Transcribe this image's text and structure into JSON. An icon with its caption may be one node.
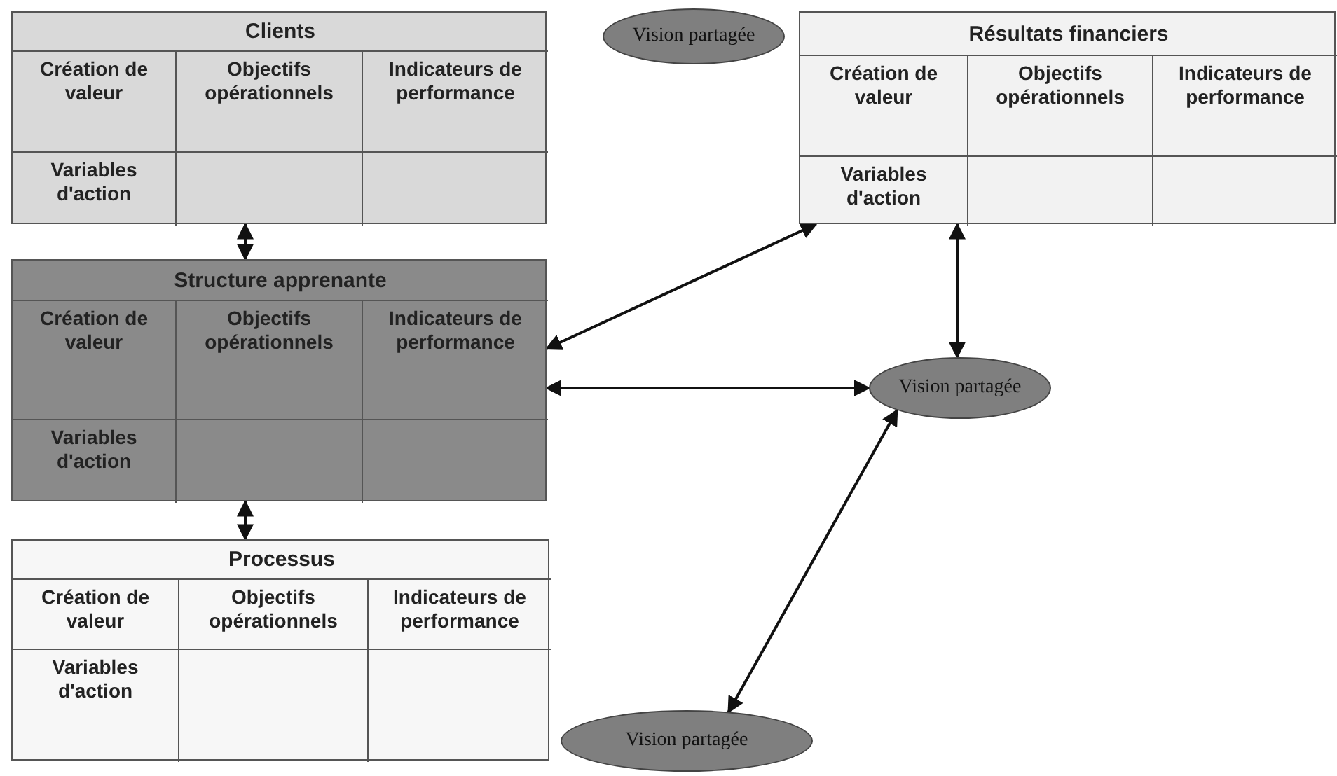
{
  "diagram": {
    "nodes": [
      {
        "text": [
          "Clients",
          "Création de valeur",
          "Objectifs opérationnels",
          "Indicateurs de performance",
          "Variables d'action"
        ]
      },
      {
        "text": [
          "Vision partagée"
        ]
      },
      {
        "text": [
          "Résultats financiers",
          "Création de valeur",
          "Objectifs opérationnels",
          "Indicateurs de performance",
          "Variables d'action"
        ]
      },
      {
        "text": [
          "Structure apprenante",
          "Création de valeur",
          "Objectifs opérationnels",
          "Indicateurs de performance",
          "Variables d'action"
        ]
      },
      {
        "text": [
          "Vision partagée"
        ]
      },
      {
        "text": [
          "Processus",
          "Création de valeur",
          "Objectifs opérationnels",
          "Indicateurs de performance",
          "Variables d'action"
        ]
      },
      {
        "text": [
          "Vision partagée"
        ]
      }
    ],
    "edges": [
      {
        "from": 0,
        "to": 3,
        "arrow": "both"
      },
      {
        "from": 3,
        "to": 2,
        "arrow": "both"
      },
      {
        "from": 2,
        "to": 4,
        "arrow": "both"
      },
      {
        "from": 3,
        "to": 4,
        "arrow": "both"
      },
      {
        "from": 3,
        "to": 5,
        "arrow": "both"
      },
      {
        "from": 4,
        "to": 6,
        "arrow": "both"
      }
    ]
  }
}
